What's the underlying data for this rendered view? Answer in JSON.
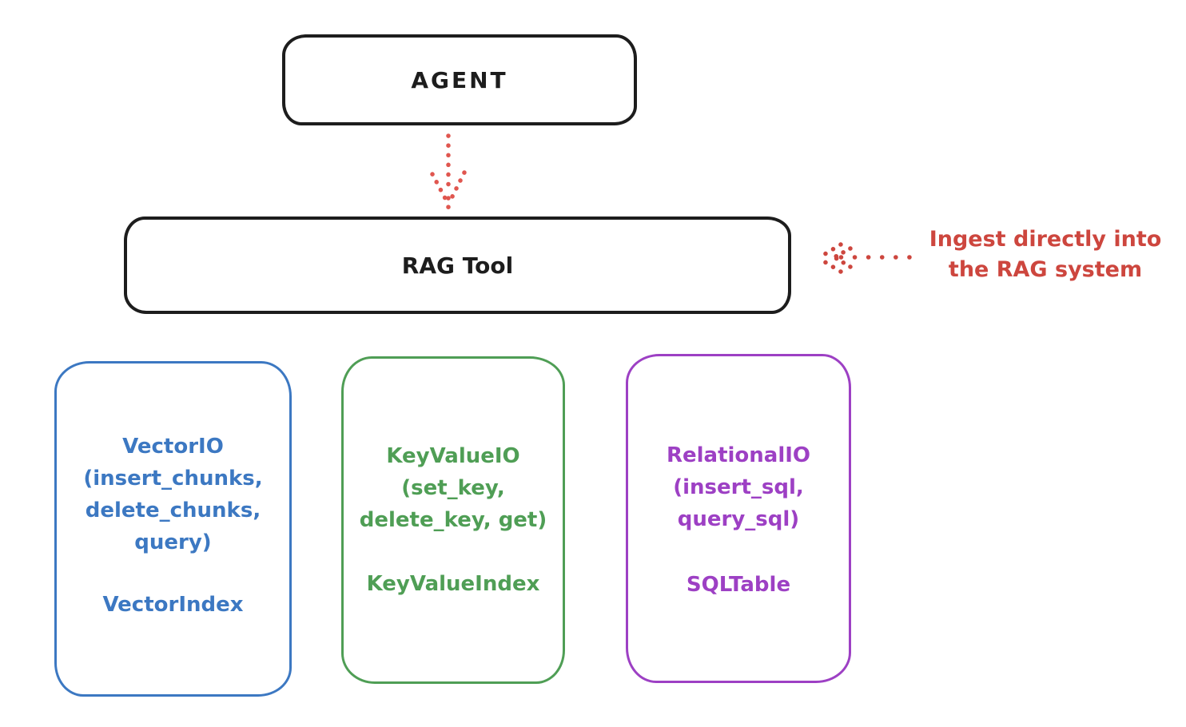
{
  "diagram": {
    "nodes": {
      "agent": {
        "label": "AGENT",
        "outline_color": "#1d1d1d"
      },
      "rag_tool": {
        "label": "RAG Tool",
        "outline_color": "#1d1d1d"
      },
      "vector_io": {
        "io_label": "VectorIO\n(insert_chunks,\ndelete_chunks,\nquery)",
        "index_label": "VectorIndex",
        "color": "#3c78c2"
      },
      "key_value_io": {
        "io_label": "KeyValueIO\n(set_key,\ndelete_key, get)",
        "index_label": "KeyValueIndex",
        "color": "#4f9e55"
      },
      "relational_io": {
        "io_label": "RelationalIO\n(insert_sql,\nquery_sql)",
        "index_label": "SQLTable",
        "color": "#9d40c4"
      }
    },
    "annotation": {
      "text": "Ingest directly into\nthe RAG system",
      "color": "#cd463e"
    },
    "arrows": [
      {
        "name": "agent-to-rag-tool",
        "style": "dotted",
        "direction": "down",
        "color": "#e0564f"
      },
      {
        "name": "annotation-to-rag-tool",
        "style": "dotted",
        "direction": "left",
        "color": "#cd463e"
      }
    ],
    "background_color": "#ffffff"
  }
}
